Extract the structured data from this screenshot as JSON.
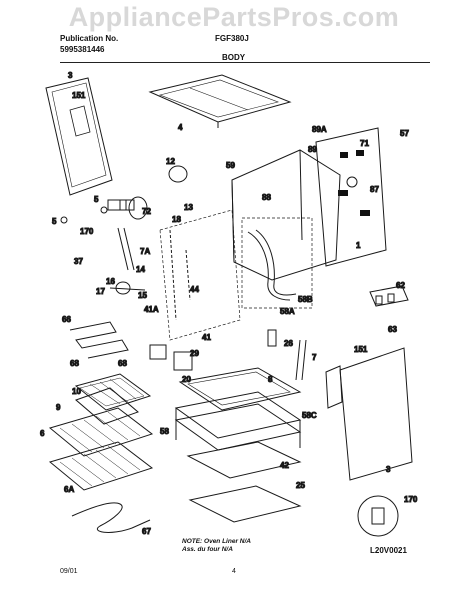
{
  "watermark": "AppliancePartsPros.com",
  "header": {
    "publication_label": "Publication No.",
    "publication_number": "5995381446",
    "model": "FGF380J",
    "section": "BODY"
  },
  "callouts": [
    {
      "id": "c-3a",
      "text": "3"
    },
    {
      "id": "c-151a",
      "text": "151"
    },
    {
      "id": "c-4",
      "text": "4"
    },
    {
      "id": "c-89a",
      "text": "89A"
    },
    {
      "id": "c-57",
      "text": "57"
    },
    {
      "id": "c-89",
      "text": "89"
    },
    {
      "id": "c-71",
      "text": "71"
    },
    {
      "id": "c-12",
      "text": "12"
    },
    {
      "id": "c-59",
      "text": "59"
    },
    {
      "id": "c-87",
      "text": "87"
    },
    {
      "id": "c-88",
      "text": "88"
    },
    {
      "id": "c-5a",
      "text": "5"
    },
    {
      "id": "c-5b",
      "text": "5"
    },
    {
      "id": "c-13",
      "text": "13"
    },
    {
      "id": "c-72",
      "text": "72"
    },
    {
      "id": "c-18",
      "text": "18"
    },
    {
      "id": "c-170a",
      "text": "170"
    },
    {
      "id": "c-7a",
      "text": "7A"
    },
    {
      "id": "c-1",
      "text": "1"
    },
    {
      "id": "c-37",
      "text": "37"
    },
    {
      "id": "c-14",
      "text": "14"
    },
    {
      "id": "c-16",
      "text": "16"
    },
    {
      "id": "c-17",
      "text": "17"
    },
    {
      "id": "c-15",
      "text": "15"
    },
    {
      "id": "c-44",
      "text": "44"
    },
    {
      "id": "c-41a",
      "text": "41A"
    },
    {
      "id": "c-58b",
      "text": "58B"
    },
    {
      "id": "c-58a",
      "text": "58A"
    },
    {
      "id": "c-62",
      "text": "62"
    },
    {
      "id": "c-63",
      "text": "63"
    },
    {
      "id": "c-66",
      "text": "66"
    },
    {
      "id": "c-68a",
      "text": "68"
    },
    {
      "id": "c-68b",
      "text": "68"
    },
    {
      "id": "c-41",
      "text": "41"
    },
    {
      "id": "c-29",
      "text": "29"
    },
    {
      "id": "c-26",
      "text": "26"
    },
    {
      "id": "c-7",
      "text": "7"
    },
    {
      "id": "c-151b",
      "text": "151"
    },
    {
      "id": "c-20",
      "text": "20"
    },
    {
      "id": "c-10",
      "text": "10"
    },
    {
      "id": "c-8",
      "text": "8"
    },
    {
      "id": "c-9",
      "text": "9"
    },
    {
      "id": "c-58c",
      "text": "58C"
    },
    {
      "id": "c-58",
      "text": "58"
    },
    {
      "id": "c-6",
      "text": "6"
    },
    {
      "id": "c-42",
      "text": "42"
    },
    {
      "id": "c-3b",
      "text": "3"
    },
    {
      "id": "c-6a",
      "text": "6A"
    },
    {
      "id": "c-25",
      "text": "25"
    },
    {
      "id": "c-67",
      "text": "67"
    },
    {
      "id": "c-170b",
      "text": "170"
    }
  ],
  "note": {
    "line1": "NOTE: Oven Liner N/A",
    "line2": "Ass. du four N/A"
  },
  "drawing_code": "L20V0021",
  "footer": {
    "date": "09/01",
    "page": "4"
  }
}
